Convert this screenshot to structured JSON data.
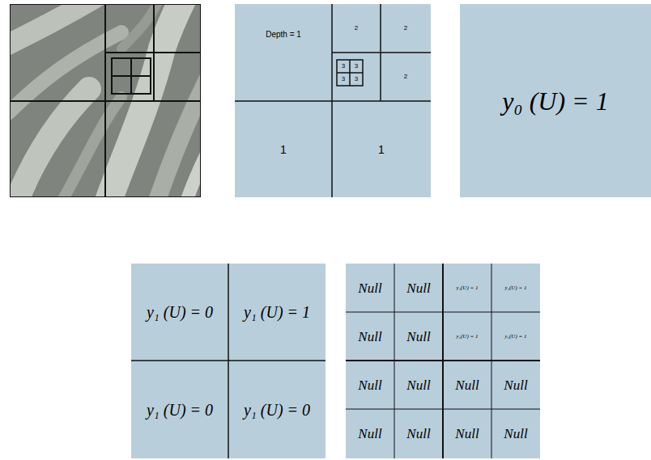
{
  "diagram": {
    "nodes": [
      {
        "text": [
          "Depth = 1"
        ]
      },
      {
        "text": [
          "2"
        ]
      },
      {
        "text": [
          "2"
        ]
      },
      {
        "text": [
          "3"
        ]
      },
      {
        "text": [
          "3"
        ]
      },
      {
        "text": [
          "3"
        ]
      },
      {
        "text": [
          "3"
        ]
      },
      {
        "text": [
          "2"
        ]
      },
      {
        "text": [
          "1"
        ]
      },
      {
        "text": [
          "1"
        ]
      },
      {
        "text": [
          "y₀ (U) = 1"
        ]
      },
      {
        "text": [
          "y₁ (U) = 0"
        ]
      },
      {
        "text": [
          "y₁ (U) = 1"
        ]
      },
      {
        "text": [
          "y₁ (U) = 0"
        ]
      },
      {
        "text": [
          "y₁ (U) = 0"
        ]
      },
      {
        "text": [
          "Null"
        ]
      },
      {
        "text": [
          "Null"
        ]
      },
      {
        "text": [
          "y₂(U) = 1"
        ]
      },
      {
        "text": [
          "y₂(U) = 1"
        ]
      },
      {
        "text": [
          "Null"
        ]
      },
      {
        "text": [
          "Null"
        ]
      },
      {
        "text": [
          "y₂(U) = 1"
        ]
      },
      {
        "text": [
          "y₂(U) = 1"
        ]
      },
      {
        "text": [
          "Null"
        ]
      },
      {
        "text": [
          "Null"
        ]
      },
      {
        "text": [
          "Null"
        ]
      },
      {
        "text": [
          "Null"
        ]
      },
      {
        "text": [
          "Null"
        ]
      },
      {
        "text": [
          "Null"
        ]
      },
      {
        "text": [
          "Null"
        ]
      },
      {
        "text": [
          "Null"
        ]
      }
    ]
  }
}
